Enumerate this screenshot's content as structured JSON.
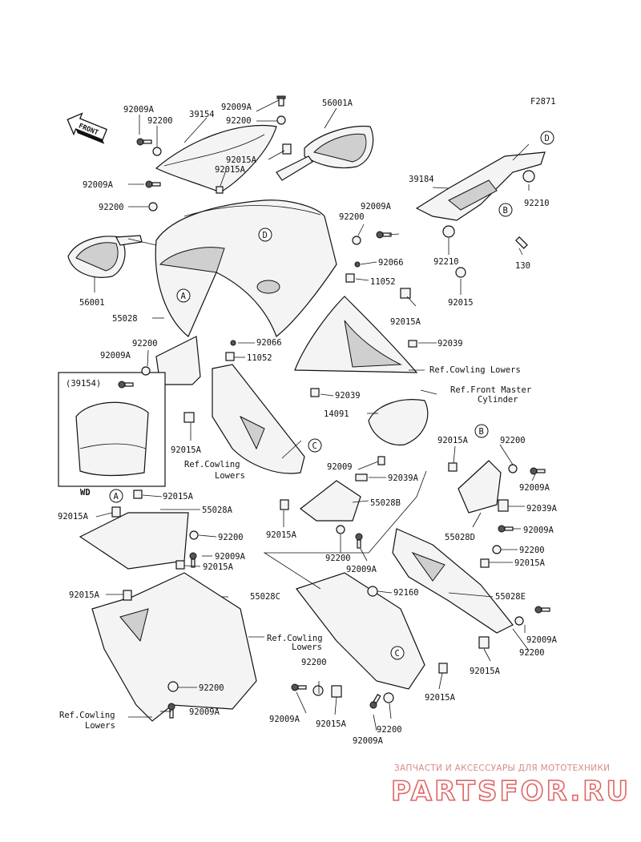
{
  "figure_code": "F2871",
  "front_label": "FRONT",
  "inset": {
    "title": "(39154)"
  },
  "wd_label": "WD",
  "refs": {
    "A": "A",
    "B": "B",
    "C": "C",
    "D": "D"
  },
  "labels": {
    "p92009A_1": "92009A",
    "p39154": "39154",
    "p92009A_2": "92009A",
    "p56001A": "56001A",
    "p92200_1": "92200",
    "p92200_2": "92200",
    "p92015A_1": "92015A",
    "p92015A_2": "92015A",
    "p92009A_3": "92009A",
    "p92200_3": "92200",
    "p56001": "56001",
    "p55028": "55028",
    "p92200_4": "92200",
    "p92009A_4": "92009A",
    "p92009A_5": "92009A",
    "p92200_5": "92200",
    "p92066_1": "92066",
    "p11052_1": "11052",
    "p92015A_3": "92015A",
    "p92039_1": "92039",
    "ref_cowl_1a": "Ref.Cowling Lowers",
    "ref_fmc_a": "Ref.Front Master",
    "ref_fmc_b": "Cylinder",
    "p92066_2": "92066",
    "p11052_2": "11052",
    "p92039_2": "92039",
    "p14091": "14091",
    "p39184": "39184",
    "p92210_1": "92210",
    "p92210_2": "92210",
    "p130": "130",
    "p92015": "92015",
    "p92015A_4": "92015A",
    "ref_cowl_2a": "Ref.Cowling",
    "ref_cowl_2b": "Lowers",
    "p92009": "92009",
    "p92039A_1": "92039A",
    "p55028B": "55028B",
    "p92015A_5": "92015A",
    "p92200_6": "92200",
    "p92009A_6": "92009A",
    "p92015A_6": "92015A",
    "p92200_7": "92200",
    "p92009A_7": "92009A",
    "p92039A_2": "92039A",
    "p55028D": "55028D",
    "p92009A_8": "92009A",
    "p92200_8": "92200",
    "p92015A_7": "92015A",
    "p92015A_8": "92015A",
    "p55028A": "55028A",
    "p92015A_9": "92015A",
    "p92200_9": "92200",
    "p92009A_9": "92009A",
    "p92015A_10": "92015A",
    "p92015A_11": "92015A",
    "p55028C": "55028C",
    "p92160": "92160",
    "p55028E": "55028E",
    "ref_cowl_3a": "Ref.Cowling",
    "ref_cowl_3b": "Lowers",
    "p92009A_10": "92009A",
    "p92200_10": "92200",
    "p92015A_12": "92015A",
    "p92200_11": "92200",
    "p92200_12": "92200",
    "p92009A_11": "92009A",
    "ref_cowl_4a": "Ref.Cowling",
    "ref_cowl_4b": "Lowers",
    "p92015A_13": "92015A",
    "p92009A_12": "92009A",
    "p92015A_14": "92015A",
    "p92200_13": "92200",
    "p92009A_13": "92009A"
  },
  "watermark": {
    "line1": "ЗАПЧАСТИ И АКСЕССУАРЫ ДЛЯ МОТОТЕХНИКИ",
    "line2": "PARTSFOR.RU"
  }
}
